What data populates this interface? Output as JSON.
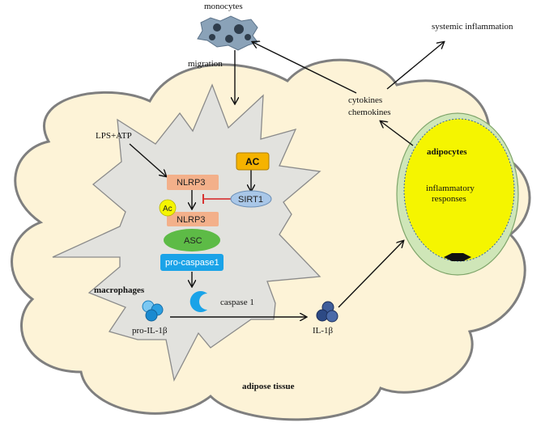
{
  "labels": {
    "monocytes": "monocytes",
    "migration": "migration",
    "systemic_inflammation": "systemic inflammation",
    "cytokines": "cytokines",
    "chemokines": "chemokines",
    "lps_atp": "LPS+ATP",
    "ac": "AC",
    "nlrp3_top": "NLRP3",
    "sirt1": "SIRT1",
    "ac_small": "Ac",
    "nlrp3_bottom": "NLRP3",
    "asc": "ASC",
    "pro_caspase1": "pro-caspase1",
    "caspase1": "caspase 1",
    "macrophages": "macrophages",
    "pro_il1b": "pro-IL-1β",
    "il1b": "IL-1β",
    "adipocytes": "adipocytes",
    "inflammatory": "inflammatory",
    "responses": "responses",
    "adipose_tissue": "adipose tissue"
  },
  "colors": {
    "cloud_fill": "#fdf3d7",
    "cloud_stroke": "#7f7f7f",
    "macrophage_fill": "#e2e2de",
    "nlrp3_fill": "#f3b08a",
    "asc_fill": "#5dbb46",
    "procaspase_fill": "#1aa3e8",
    "ac_fill": "#f5b300",
    "sirt1_fill": "#a9c7e8",
    "adipocyte_outer": "#cfe6b8",
    "adipocyte_inner": "#f5f500",
    "inhibit": "#d62020"
  },
  "icons": {
    "monocyte_cluster": "monocyte-cluster-icon",
    "caspase": "caspase-crescent-icon",
    "pro_il1b": "pro-il1b-trimer-icon",
    "il1b": "il1b-trimer-icon",
    "nucleus": "nucleus-icon"
  }
}
